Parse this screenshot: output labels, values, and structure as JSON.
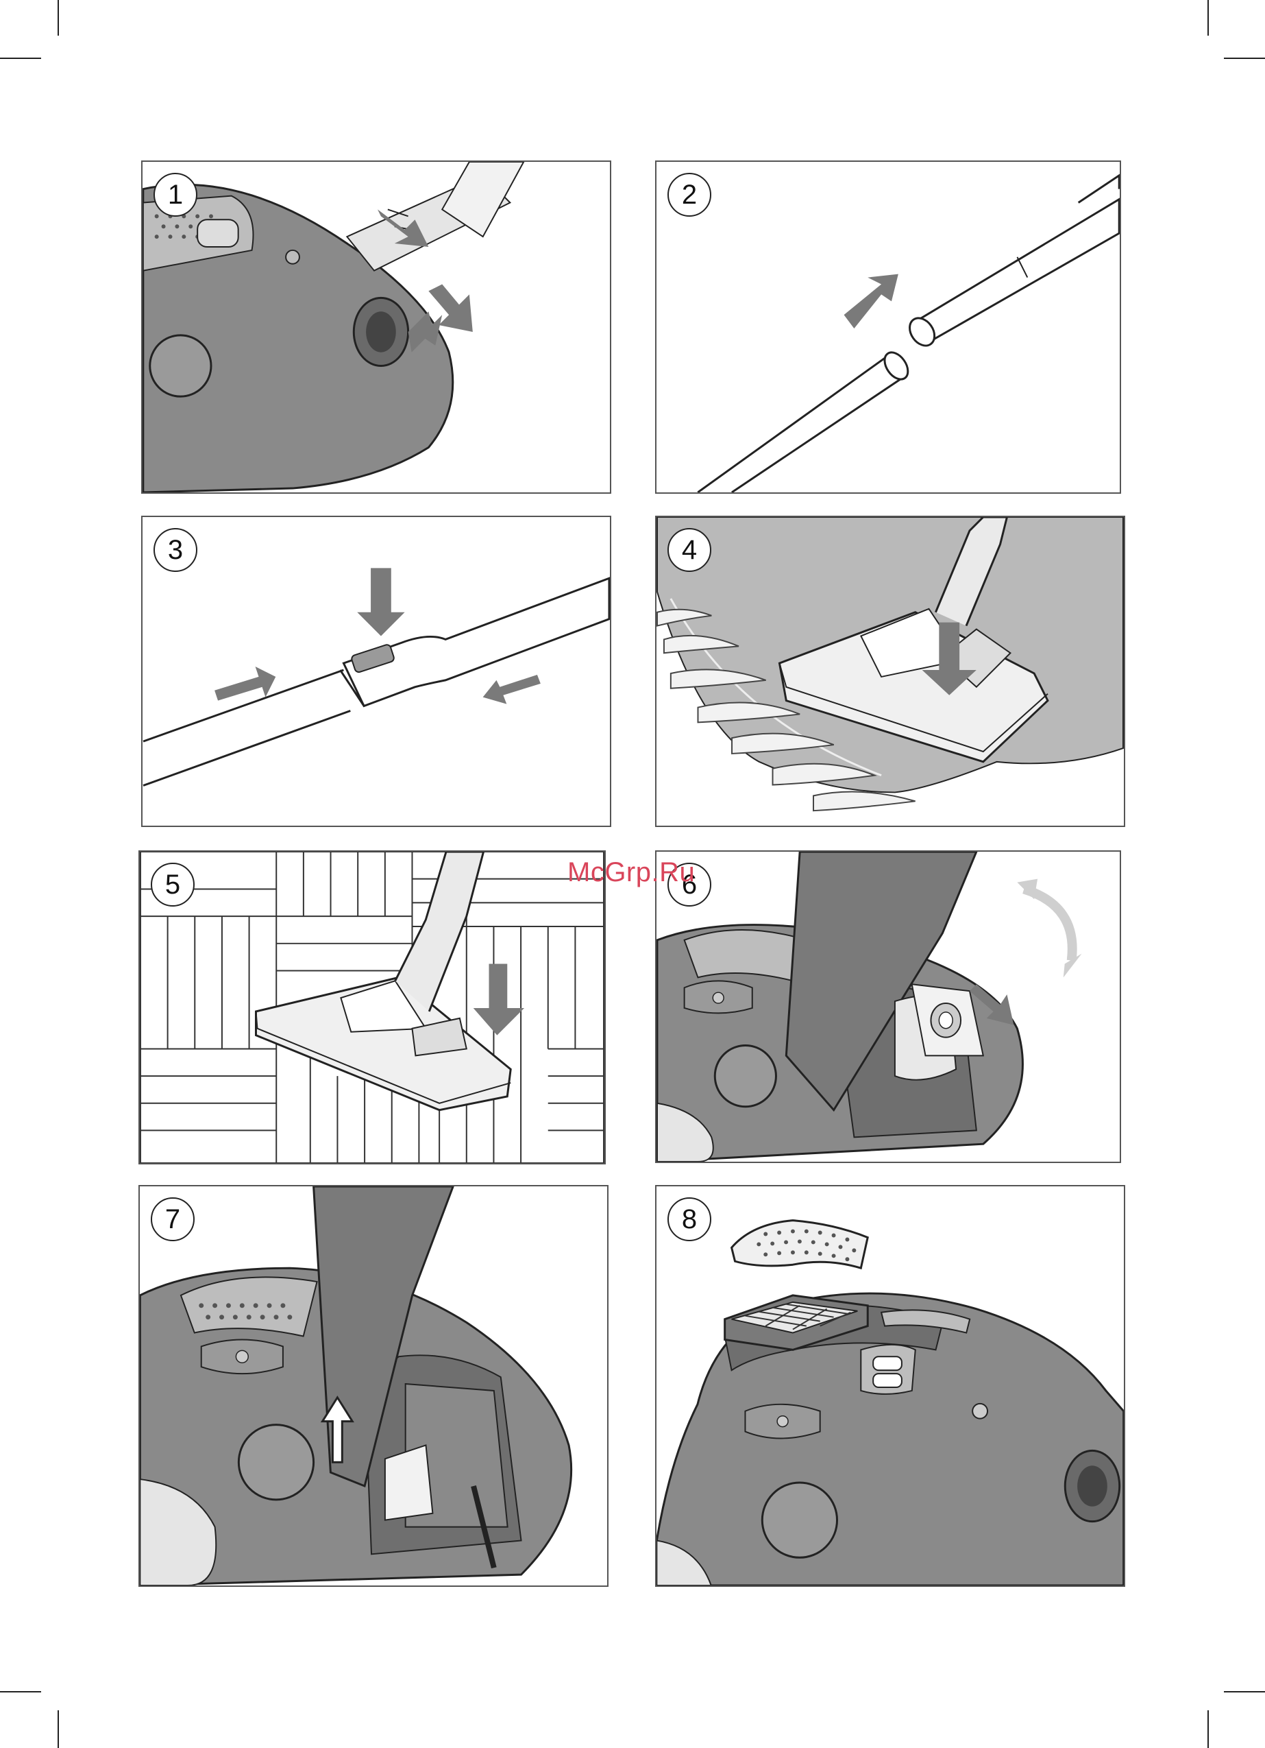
{
  "watermark": "McGrp.Ru",
  "colors": {
    "arrow": "#7a7a7a",
    "body": "#8a8a8a",
    "body_dark": "#6f6f6f",
    "carpet": "#b9b9b9",
    "outline": "#222222"
  },
  "panels": [
    {
      "number": "1",
      "scene": "hose-connect-to-vacuum"
    },
    {
      "number": "2",
      "scene": "tube-connect-to-hose"
    },
    {
      "number": "3",
      "scene": "telescopic-tube-adjust"
    },
    {
      "number": "4",
      "scene": "floor-nozzle-carpet"
    },
    {
      "number": "5",
      "scene": "floor-nozzle-hard-floor"
    },
    {
      "number": "6",
      "scene": "dust-bag-removal"
    },
    {
      "number": "7",
      "scene": "bag-holder-lift"
    },
    {
      "number": "8",
      "scene": "filter-replacement"
    }
  ]
}
